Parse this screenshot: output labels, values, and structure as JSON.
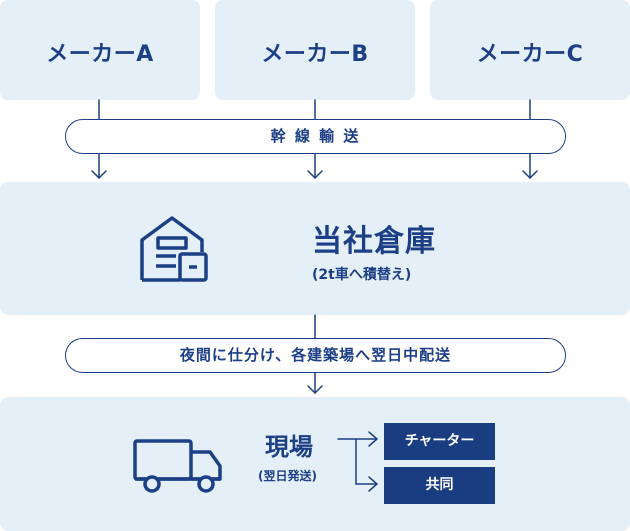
{
  "makers": [
    "メーカーA",
    "メーカーB",
    "メーカーC"
  ],
  "trunk_transport": "幹 線 輸 送",
  "warehouse": {
    "title": "当社倉庫",
    "subtitle": "(2t車へ積替え)"
  },
  "night_delivery": "夜間に仕分け、各建築場へ翌日中配送",
  "site": {
    "title": "現場",
    "subtitle": "(翌日発送)"
  },
  "options": [
    "チャーター",
    "共同"
  ],
  "colors": {
    "navy": "#1d3f86",
    "light_blue": "#e5eff7",
    "button": "#1a3d82"
  }
}
